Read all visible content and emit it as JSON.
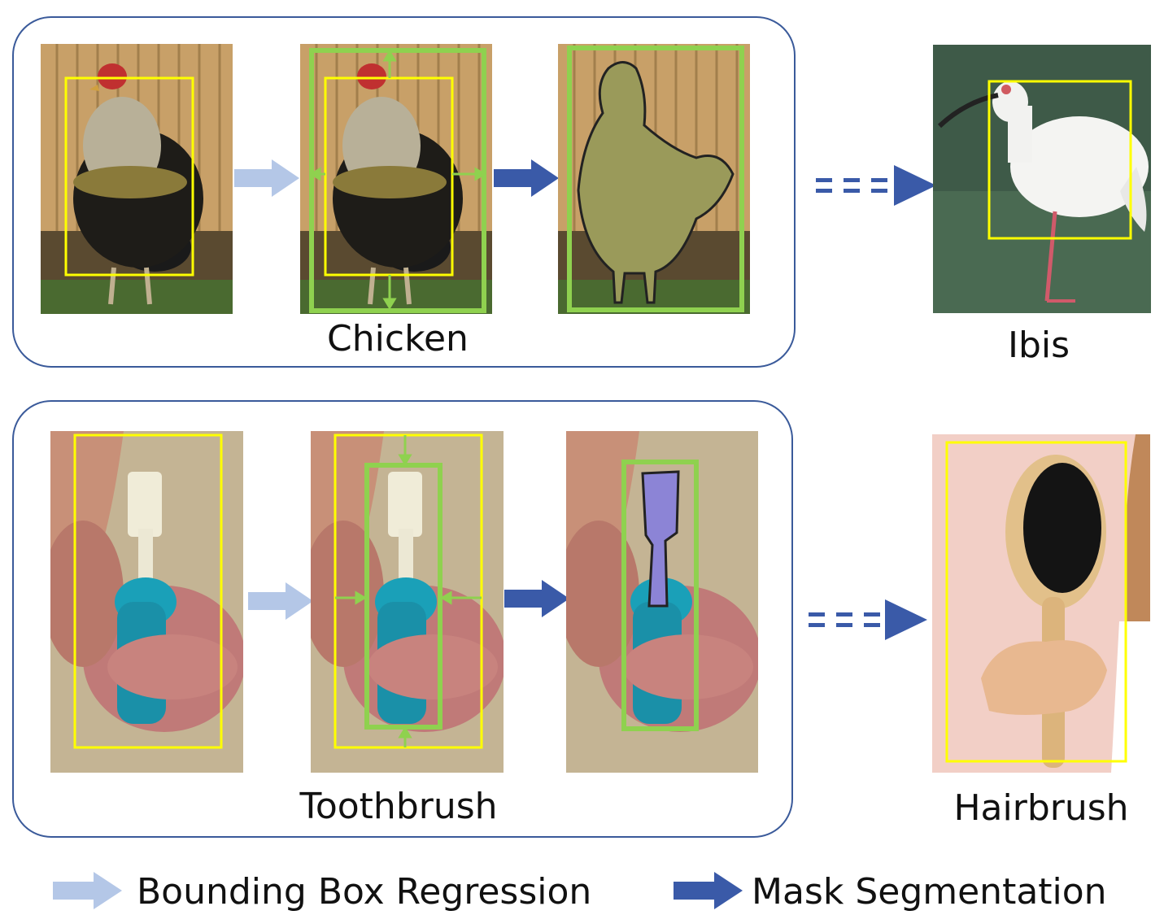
{
  "labels": {
    "chicken": "Chicken",
    "ibis": "Ibis",
    "toothbrush": "Toothbrush",
    "hairbrush": "Hairbrush"
  },
  "legend": {
    "bbox_regression": "Bounding Box Regression",
    "mask_segmentation": "Mask Segmentation"
  },
  "colors": {
    "panel_border": "#3a5a9a",
    "light_arrow": "#b4c7e7",
    "dark_arrow": "#3a5aa8",
    "yellow_box": "#ffff00",
    "green_box": "#8fd14f",
    "mask_chicken": "#9a9a5a",
    "mask_toothbrush": "#8c84d6"
  }
}
